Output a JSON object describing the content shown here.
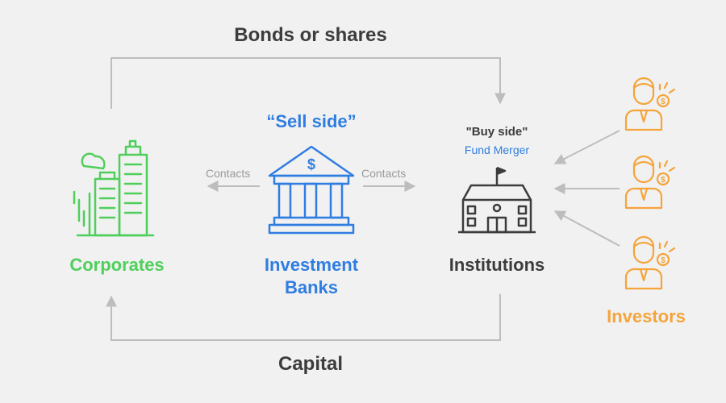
{
  "flows": {
    "top": "Bonds or shares",
    "bottom": "Capital"
  },
  "nodes": {
    "corporates": {
      "label": "Corporates",
      "icon": "city-buildings-icon",
      "color": "#4fcf5a"
    },
    "investment_banks": {
      "tag": "“Sell side”",
      "label_line1": "Investment",
      "label_line2": "Banks",
      "icon": "bank-building-icon",
      "color": "#2f7de1"
    },
    "institutions": {
      "tag": "\"Buy side\"",
      "sub": "Fund Merger",
      "label": "Institutions",
      "icon": "school-building-icon",
      "color": "#3c3c3c",
      "sub_color": "#2f7de1"
    },
    "investors": {
      "label": "Investors",
      "icon": "investor-person-icon",
      "color": "#f5a43a"
    }
  },
  "edges": {
    "contacts_left": "Contacts",
    "contacts_right": "Contacts"
  },
  "colors": {
    "background": "#f1f1f2",
    "arrow": "#bdbdbd"
  }
}
